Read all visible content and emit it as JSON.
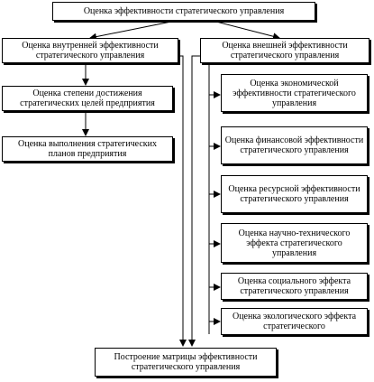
{
  "boxes": {
    "top": "Оценка эффективности стратегического управления",
    "internal": "Оценка внутренней эффективности стратегического управления",
    "external": "Оценка внешней эффективности стратегического управления",
    "goals": "Оценка степени достижения стратегических целей предприятия",
    "plans": "Оценка выполнения стратегических планов предприятия",
    "economic": "Оценка экономической эффективности стратегического управления",
    "financial": "Оценка финансовой эффективности стратегического управления",
    "resource": "Оценка ресурсной эффективности стратегического управления",
    "scitech": "Оценка научно-технического эффекта стратегического управления",
    "social": "Оценка социального эффекта стратегического управления",
    "ecological": "Оценка экологического эффекта стратегического",
    "matrix": "Построение матрицы эффективности стратегического управления"
  }
}
